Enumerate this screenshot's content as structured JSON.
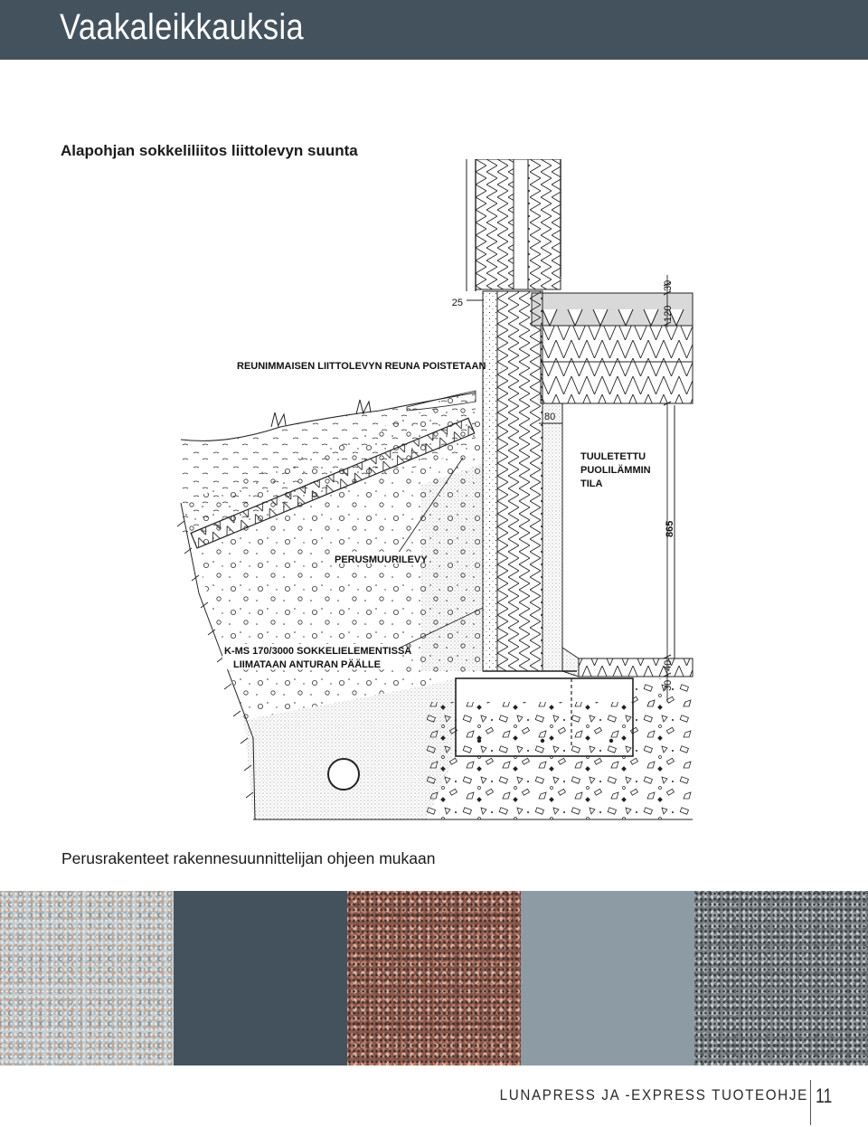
{
  "header": {
    "title": "Vaakaleikkauksia",
    "color": "#44525e"
  },
  "drawing": {
    "title": "Alapohjan sokkeliliitos liittolevyn suunta",
    "labels": {
      "edge_note": "REUNIMMAISEN LIITTOLEVYN REUNA POISTETAAN",
      "space_line1": "TUULETETTU",
      "space_line2": "PUOLILÄMMIN",
      "space_line3": "TILA",
      "board": "PERUSMUURILEVY",
      "glue_line1": "K-MS 170/3000 SOKKELIELEMENTISSÄ",
      "glue_line2": "LIIMATAAN ANTURAN PÄÄLLE"
    },
    "dimensions": {
      "d25": "25",
      "d30_top": "30",
      "d120": "120",
      "d80": "80",
      "d865": "865",
      "d40": "40",
      "d30_bottom": "30"
    }
  },
  "caption": "Perusrakenteet rakennesuunnittelijan ohjeen mukaan",
  "swatches": [
    {
      "name": "light-granite",
      "color": "#c6cdd0"
    },
    {
      "name": "dark-slate",
      "color": "#44525e"
    },
    {
      "name": "red-granite",
      "color": "#8a5a4e"
    },
    {
      "name": "grey-blue",
      "color": "#8d9ba4"
    },
    {
      "name": "dark-granite",
      "color": "#7b8084"
    }
  ],
  "footer": {
    "brand": "LUNAPRESS JA -EXPRESS TUOTEOHJE",
    "page_number": "11"
  }
}
